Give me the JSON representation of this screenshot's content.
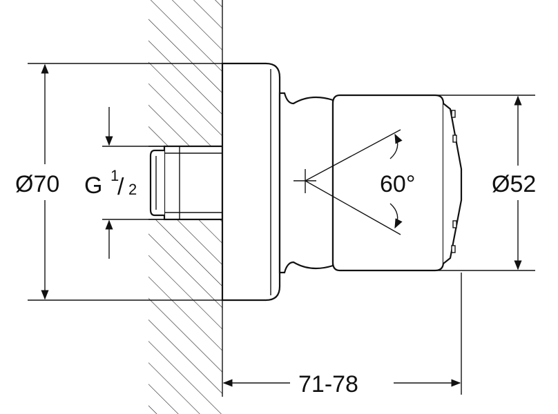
{
  "title": "Shower head technical drawing",
  "dimensions": {
    "flange_diameter": "Ø70",
    "thread_label": "G",
    "thread_numerator": "1",
    "thread_denominator": "2",
    "head_diameter": "Ø52",
    "angle": "60°",
    "projection": "71-78"
  }
}
